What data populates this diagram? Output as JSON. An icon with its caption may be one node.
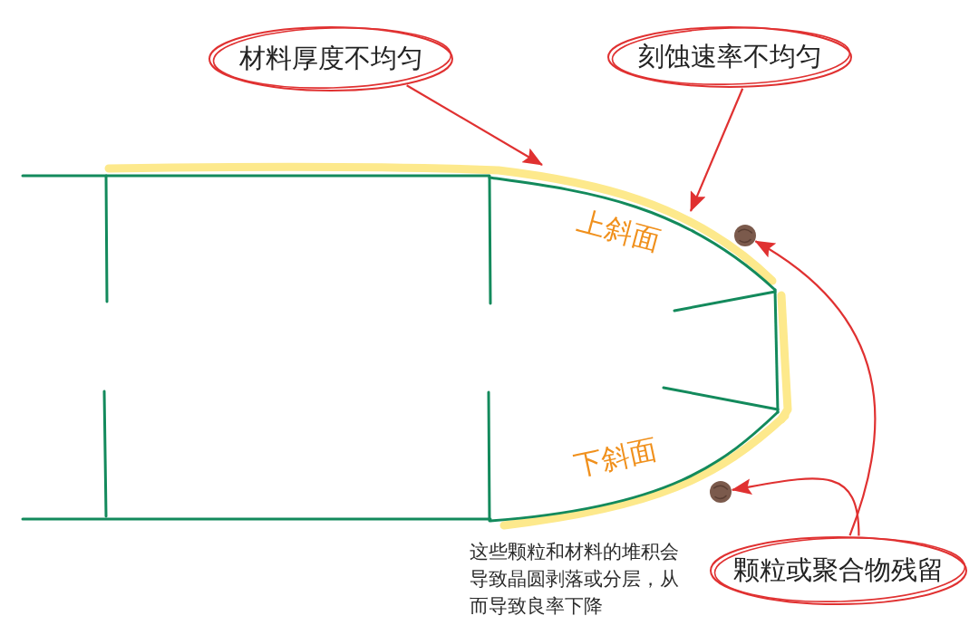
{
  "diagram": {
    "nodes": [
      {
        "text": [
          "材料厚度不均匀"
        ]
      },
      {
        "text": [
          "刻蚀速率不均匀"
        ]
      },
      {
        "text": [],
        "shape": "circle"
      },
      {
        "text": [],
        "shape": "circle"
      },
      {
        "text": [
          "颗粒或聚合物残留"
        ]
      }
    ],
    "edges": [
      {
        "from": 0,
        "to": null,
        "arrow": "to"
      },
      {
        "from": 1,
        "to": null,
        "arrow": "to"
      },
      {
        "from": 4,
        "to": 2,
        "arrow": "to"
      },
      {
        "from": 4,
        "to": 3,
        "arrow": "to"
      }
    ],
    "labels": [
      "上斜面",
      "下斜面",
      "这些颗粒和材料的堆积会导致晶圆剥落或分层，从而导致良率下降"
    ]
  }
}
